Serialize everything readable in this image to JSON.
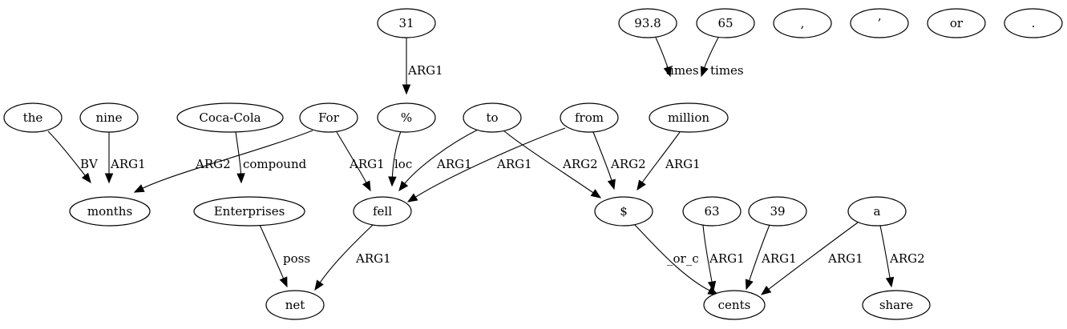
{
  "graph": {
    "nodes": [
      {
        "id": "n31",
        "label": "31"
      },
      {
        "id": "n938",
        "label": "93.8"
      },
      {
        "id": "n65",
        "label": "65"
      },
      {
        "id": "ncomma",
        "label": ","
      },
      {
        "id": "napos",
        "label": "’"
      },
      {
        "id": "nor",
        "label": "or"
      },
      {
        "id": "ndot",
        "label": "."
      },
      {
        "id": "nthe",
        "label": "the"
      },
      {
        "id": "nnine",
        "label": "nine"
      },
      {
        "id": "ncoca",
        "label": "Coca-Cola"
      },
      {
        "id": "nfor",
        "label": "For"
      },
      {
        "id": "npct",
        "label": "%"
      },
      {
        "id": "nto",
        "label": "to"
      },
      {
        "id": "nfrom",
        "label": "from"
      },
      {
        "id": "nmillion",
        "label": "million"
      },
      {
        "id": "nmonths",
        "label": "months"
      },
      {
        "id": "nent",
        "label": "Enterprises"
      },
      {
        "id": "nfell",
        "label": "fell"
      },
      {
        "id": "ndollar",
        "label": "$"
      },
      {
        "id": "n63",
        "label": "63"
      },
      {
        "id": "n39",
        "label": "39"
      },
      {
        "id": "na",
        "label": "a"
      },
      {
        "id": "nnet",
        "label": "net"
      },
      {
        "id": "ncents",
        "label": "cents"
      },
      {
        "id": "nshare",
        "label": "share"
      }
    ],
    "edges": [
      {
        "id": "e1",
        "from": "n31",
        "to": "npct",
        "label": "ARG1"
      },
      {
        "id": "e2",
        "from": "n938",
        "to": "nmillion",
        "label": "times"
      },
      {
        "id": "e3",
        "from": "n65",
        "to": "nmillion",
        "label": "times"
      },
      {
        "id": "e4",
        "from": "nthe",
        "to": "nmonths",
        "label": "BV"
      },
      {
        "id": "e5",
        "from": "nnine",
        "to": "nmonths",
        "label": "ARG1"
      },
      {
        "id": "e6",
        "from": "nfor",
        "to": "nmonths",
        "label": "ARG2"
      },
      {
        "id": "e7",
        "from": "ncoca",
        "to": "nent",
        "label": "compound"
      },
      {
        "id": "e8",
        "from": "nfor",
        "to": "nfell",
        "label": "ARG1"
      },
      {
        "id": "e9",
        "from": "npct",
        "to": "nfell",
        "label": "loc"
      },
      {
        "id": "e10",
        "from": "nto",
        "to": "nfell",
        "label": "ARG1"
      },
      {
        "id": "e11",
        "from": "nfrom",
        "to": "nfell",
        "label": "ARG1"
      },
      {
        "id": "e12",
        "from": "nto",
        "to": "ndollar",
        "label": "ARG2"
      },
      {
        "id": "e13",
        "from": "nfrom",
        "to": "ndollar",
        "label": "ARG2"
      },
      {
        "id": "e14",
        "from": "nmillion",
        "to": "ndollar",
        "label": "ARG1"
      },
      {
        "id": "e15",
        "from": "nent",
        "to": "nnet",
        "label": "poss"
      },
      {
        "id": "e16",
        "from": "nfell",
        "to": "nnet",
        "label": "ARG1"
      },
      {
        "id": "e17",
        "from": "ndollar",
        "to": "ncents",
        "label": "_or_c"
      },
      {
        "id": "e18",
        "from": "n63",
        "to": "ncents",
        "label": "ARG1"
      },
      {
        "id": "e19",
        "from": "n39",
        "to": "ncents",
        "label": "ARG1"
      },
      {
        "id": "e20",
        "from": "na",
        "to": "ncents",
        "label": "ARG1"
      },
      {
        "id": "e21",
        "from": "na",
        "to": "nshare",
        "label": "ARG2"
      }
    ]
  }
}
